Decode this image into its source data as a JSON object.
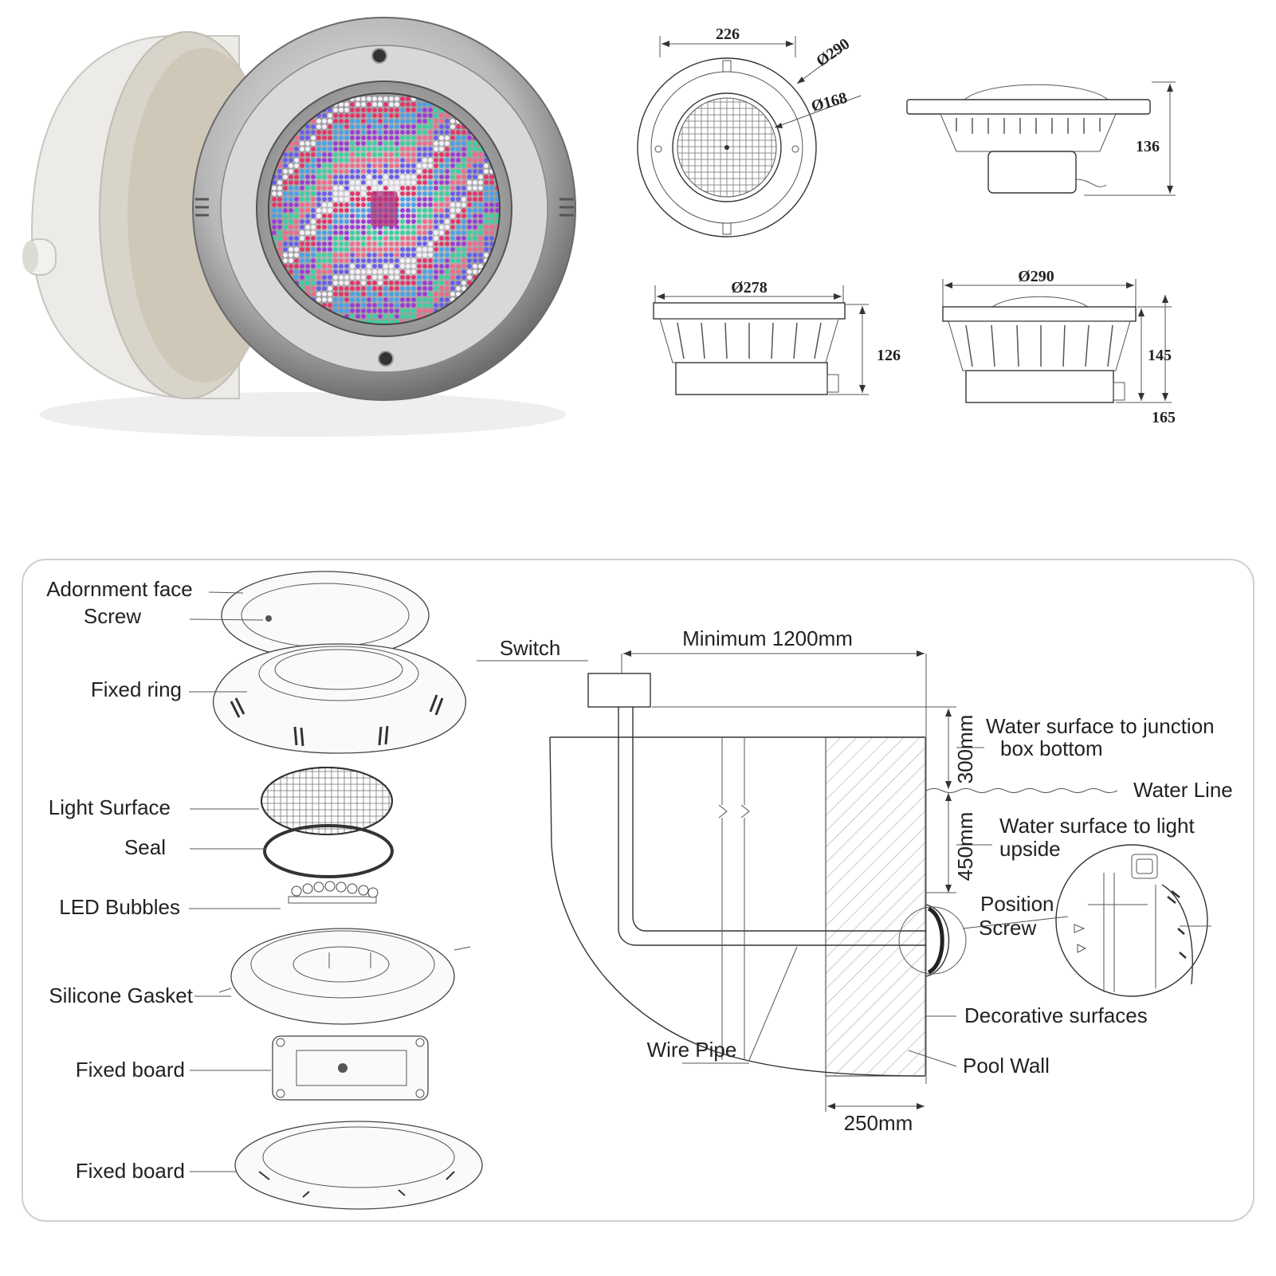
{
  "product_photo": {
    "housing_color": "#ecebe7",
    "bezel_color": "#b8b8b8",
    "led_colors": [
      "#e4346a",
      "#4aa0e8",
      "#9a3cd8",
      "#3ad0a0",
      "#f06a8c",
      "#6a5cf0",
      "#f4f0f8"
    ]
  },
  "dimensions": {
    "front_view": {
      "width": "226",
      "outer_dia": "Ø290",
      "inner_dia": "Ø168"
    },
    "side_view": {
      "height": "136"
    },
    "housing_view": {
      "dia": "Ø278",
      "height": "126"
    },
    "assembly_view": {
      "dia": "Ø290",
      "height_a": "145",
      "height_b": "165"
    }
  },
  "exploded_view": {
    "labels": {
      "adornment_face": "Adornment face",
      "screw": "Screw",
      "fixed_ring": "Fixed ring",
      "light_surface": "Light Surface",
      "seal": "Seal",
      "led_bubbles": "LED Bubbles",
      "silicone_gasket": "Silicone Gasket",
      "fixed_board_1": "Fixed board",
      "fixed_board_2": "Fixed board"
    }
  },
  "installation": {
    "switch": "Switch",
    "min_distance": "Minimum 1200mm",
    "depth_300": "300mm",
    "water_to_junction_1": "Water surface to junction",
    "water_to_junction_2": "box bottom",
    "water_line": "Water Line",
    "depth_450": "450mm",
    "water_to_light_1": "Water surface to light",
    "water_to_light_2": "upside",
    "position_screw_1": "Position",
    "position_screw_2": "Screw",
    "decorative_surfaces": "Decorative surfaces",
    "wire_pipe": "Wire Pipe",
    "pool_wall": "Pool Wall",
    "wall_thickness": "250mm"
  }
}
